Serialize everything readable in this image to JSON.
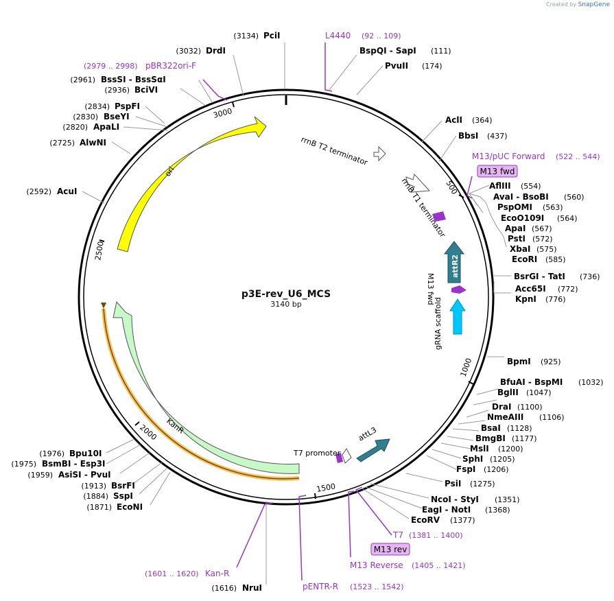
{
  "header": {
    "credit_prefix": "Created by",
    "credit_brand": "SnapGene"
  },
  "plasmid": {
    "name": "p3E-rev_U6_MCS",
    "length_label": "3140 bp"
  },
  "ticks": [
    "500",
    "1000",
    "1500",
    "2000",
    "2500",
    "3000"
  ],
  "features": [
    {
      "name": "ori",
      "color": "#ffff00"
    },
    {
      "name": "KanR",
      "color": "#c8f8c8"
    },
    {
      "name": "attR2",
      "color": "#2f7f91"
    },
    {
      "name": "gRNA scaffold",
      "color": "#00c8ff"
    },
    {
      "name": "attL3",
      "color": "#2f7f91"
    },
    {
      "name": "rrnB T2 terminator",
      "color": "#ffffff"
    },
    {
      "name": "rrnB T1 terminator",
      "color": "#ffffff"
    },
    {
      "name": "T7 promoter",
      "color": "#ffffff"
    },
    {
      "name": "M13 fwd",
      "color": "#9933cc"
    }
  ],
  "enzymes": [
    {
      "pos": "(3134)",
      "name": "PciI"
    },
    {
      "pos": "(111)",
      "name": "BspQI  -  SapI"
    },
    {
      "pos": "(174)",
      "name": "PvuII"
    },
    {
      "pos": "(364)",
      "name": "AclI"
    },
    {
      "pos": "(437)",
      "name": "BbsI"
    },
    {
      "pos": "(554)",
      "name": "AflIII"
    },
    {
      "pos": "(560)",
      "name": "AvaI  -  BsoBI"
    },
    {
      "pos": "(563)",
      "name": "PspOMI"
    },
    {
      "pos": "(564)",
      "name": "EcoO109I"
    },
    {
      "pos": "(567)",
      "name": "ApaI"
    },
    {
      "pos": "(572)",
      "name": "PstI"
    },
    {
      "pos": "(575)",
      "name": "XbaI"
    },
    {
      "pos": "(585)",
      "name": "EcoRI"
    },
    {
      "pos": "(736)",
      "name": "BsrGI  -  TatI"
    },
    {
      "pos": "(772)",
      "name": "Acc65I"
    },
    {
      "pos": "(776)",
      "name": "KpnI"
    },
    {
      "pos": "(925)",
      "name": "BpmI"
    },
    {
      "pos": "(1032)",
      "name": "BfuAI  -  BspMI"
    },
    {
      "pos": "(1047)",
      "name": "BglII"
    },
    {
      "pos": "(1100)",
      "name": "DraI"
    },
    {
      "pos": "(1106)",
      "name": "NmeAIII"
    },
    {
      "pos": "(1128)",
      "name": "BsaI"
    },
    {
      "pos": "(1177)",
      "name": "BmgBI"
    },
    {
      "pos": "(1200)",
      "name": "MslI"
    },
    {
      "pos": "(1205)",
      "name": "SphI"
    },
    {
      "pos": "(1206)",
      "name": "FspI"
    },
    {
      "pos": "(1275)",
      "name": "PsiI"
    },
    {
      "pos": "(1351)",
      "name": "NcoI  -  StyI"
    },
    {
      "pos": "(1368)",
      "name": "EagI  -  NotI"
    },
    {
      "pos": "(1377)",
      "name": "EcoRV"
    },
    {
      "pos": "(1616)",
      "name": "NruI"
    },
    {
      "pos": "(1871)",
      "name": "EcoNI"
    },
    {
      "pos": "(1884)",
      "name": "SspI"
    },
    {
      "pos": "(1913)",
      "name": "BsrFI"
    },
    {
      "pos": "(1959)",
      "name": "AsiSI  -  PvuI"
    },
    {
      "pos": "(1975)",
      "name": "BsmBI  -  Esp3I"
    },
    {
      "pos": "(1976)",
      "name": "Bpu10I"
    },
    {
      "pos": "(2592)",
      "name": "AcuI"
    },
    {
      "pos": "(2725)",
      "name": "AlwNI"
    },
    {
      "pos": "(2820)",
      "name": "ApaLI"
    },
    {
      "pos": "(2830)",
      "name": "BseYI"
    },
    {
      "pos": "(2834)",
      "name": "PspFI"
    },
    {
      "pos": "(2936)",
      "name": "BciVI"
    },
    {
      "pos": "(2961)",
      "name": "BssSI  -  BssSαI"
    },
    {
      "pos": "(3032)",
      "name": "DrdI"
    }
  ],
  "primers": [
    {
      "name": "L4440",
      "range": "(92 .. 109)"
    },
    {
      "name": "pBR322ori-F",
      "range": "(2979 .. 2998)"
    },
    {
      "name": "M13/pUC Forward",
      "range": "(522 .. 544)",
      "box": "M13 fwd"
    },
    {
      "name": "T7",
      "range": "(1381 .. 1400)"
    },
    {
      "name": "M13 Reverse",
      "range": "(1405 .. 1421)",
      "box": "M13 rev"
    },
    {
      "name": "Kan-R",
      "range": "(1601 .. 1620)"
    },
    {
      "name": "pENTR-R",
      "range": "(1523 .. 1542)"
    }
  ],
  "colors": {
    "primer": "#9933cc",
    "leader": "#999999",
    "backbone": "#000000"
  }
}
